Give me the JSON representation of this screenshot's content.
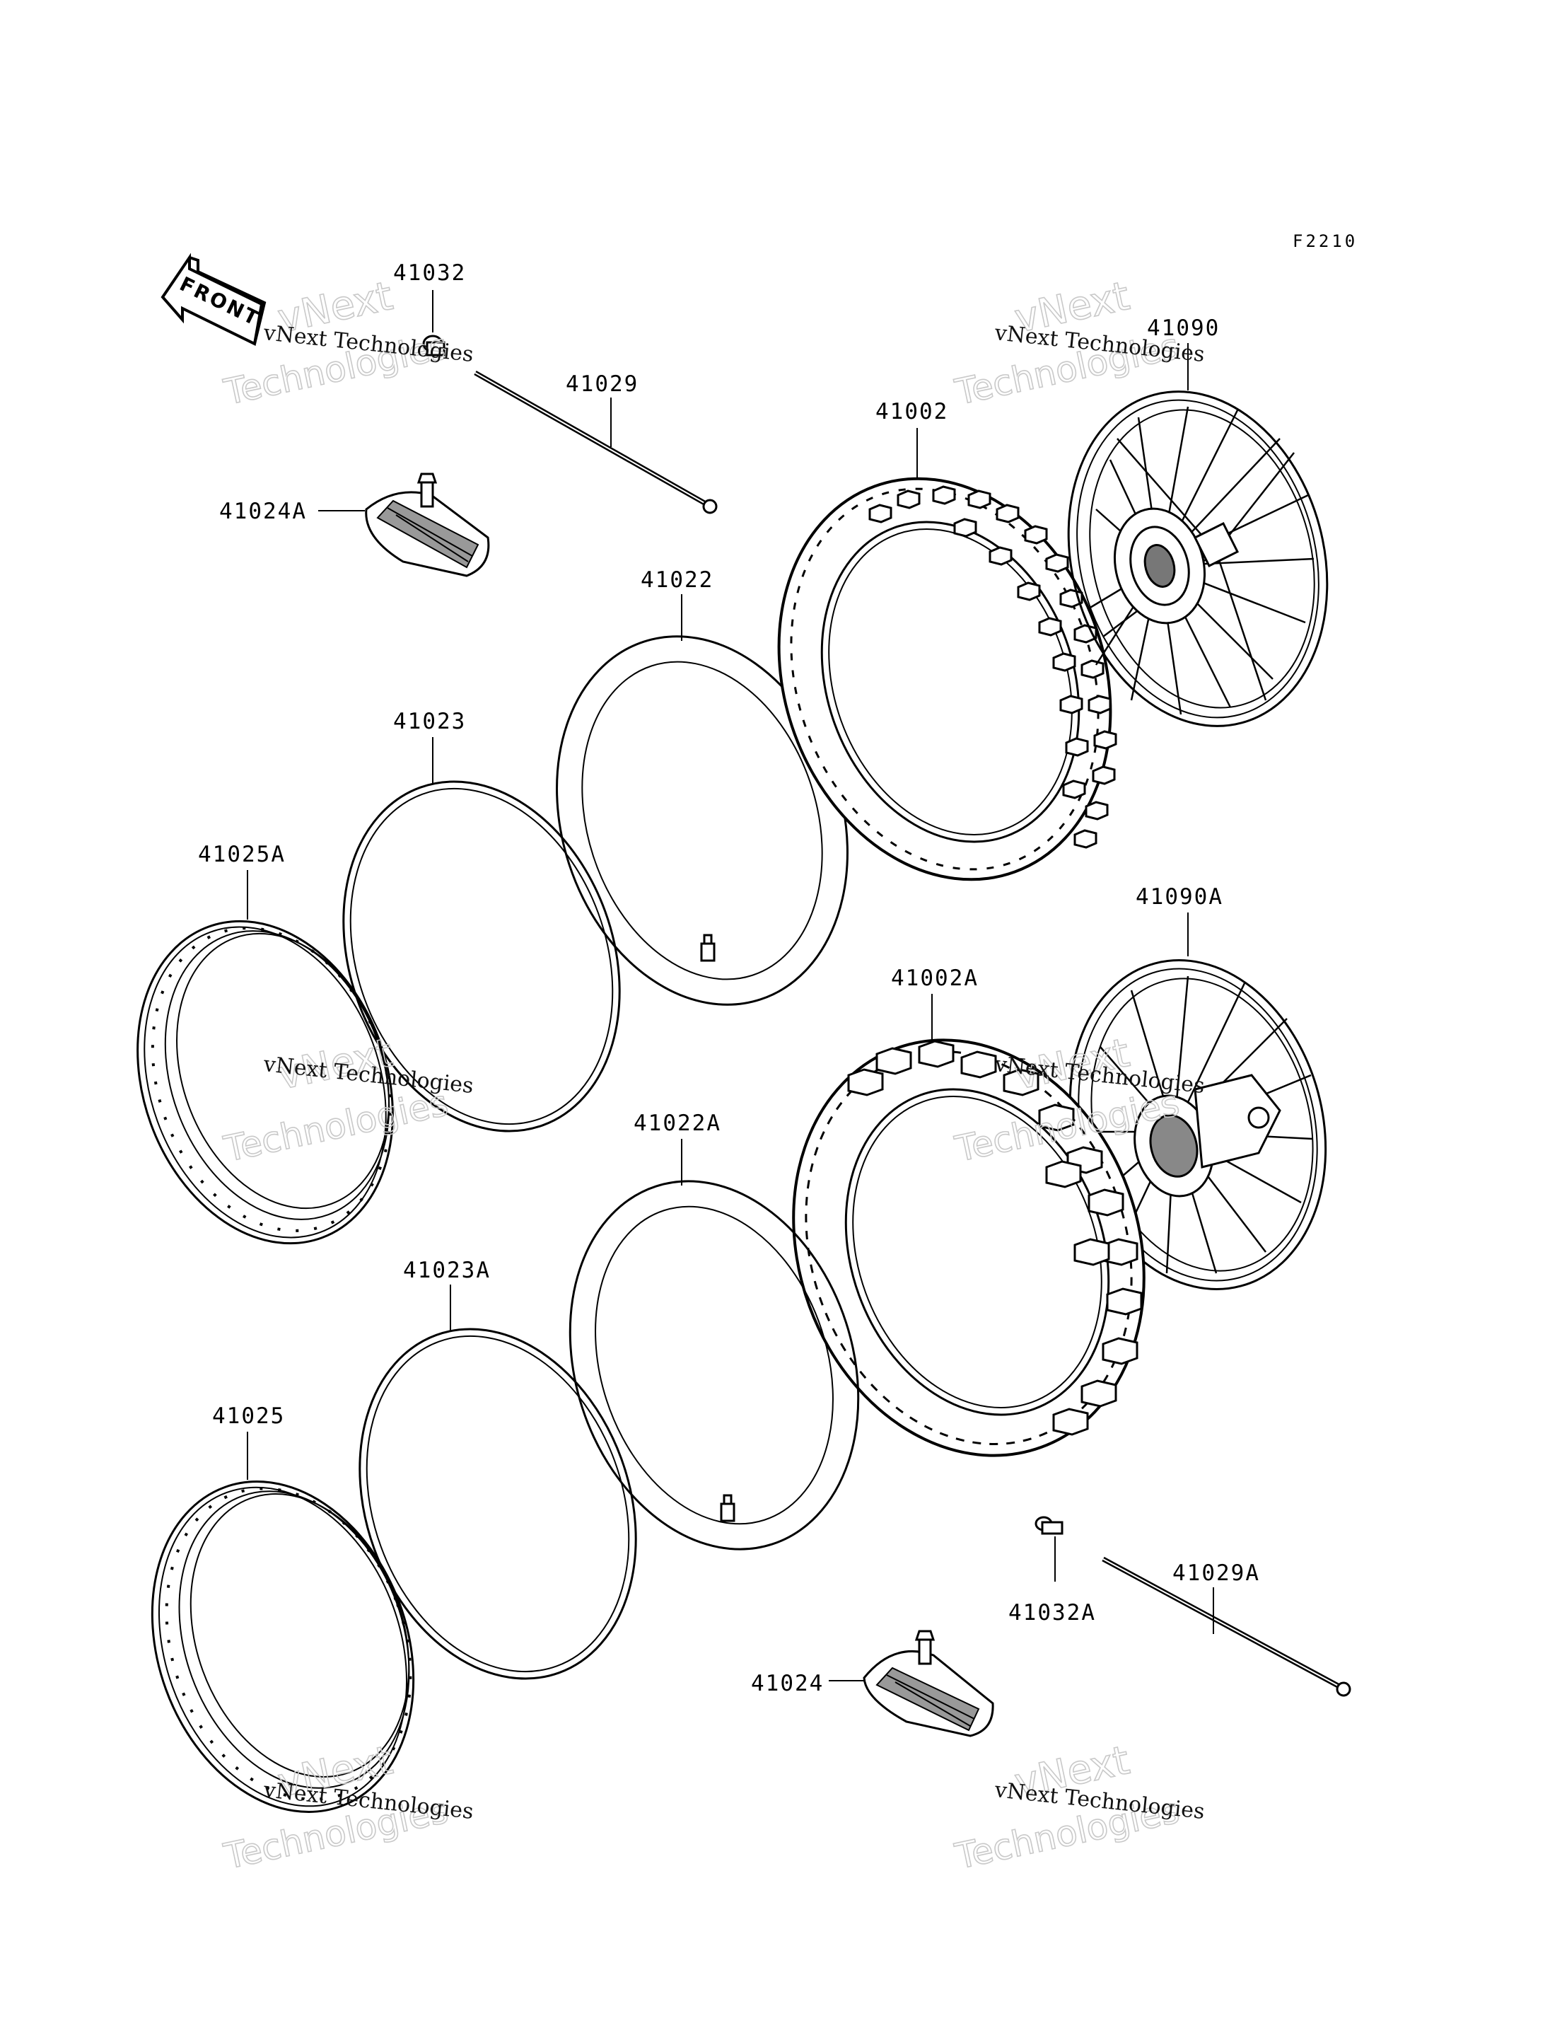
{
  "diagram_code": "F2210",
  "front_label": "FRONT",
  "watermark": {
    "line1": "vNext",
    "line2": "Technologies",
    "caption": "vNext Technologies"
  },
  "parts": [
    "41032",
    "41029",
    "41024A",
    "41022",
    "41002",
    "41090",
    "41023",
    "41025A",
    "41002A",
    "41090A",
    "41022A",
    "41023A",
    "41025",
    "41032A",
    "41029A",
    "41024"
  ]
}
